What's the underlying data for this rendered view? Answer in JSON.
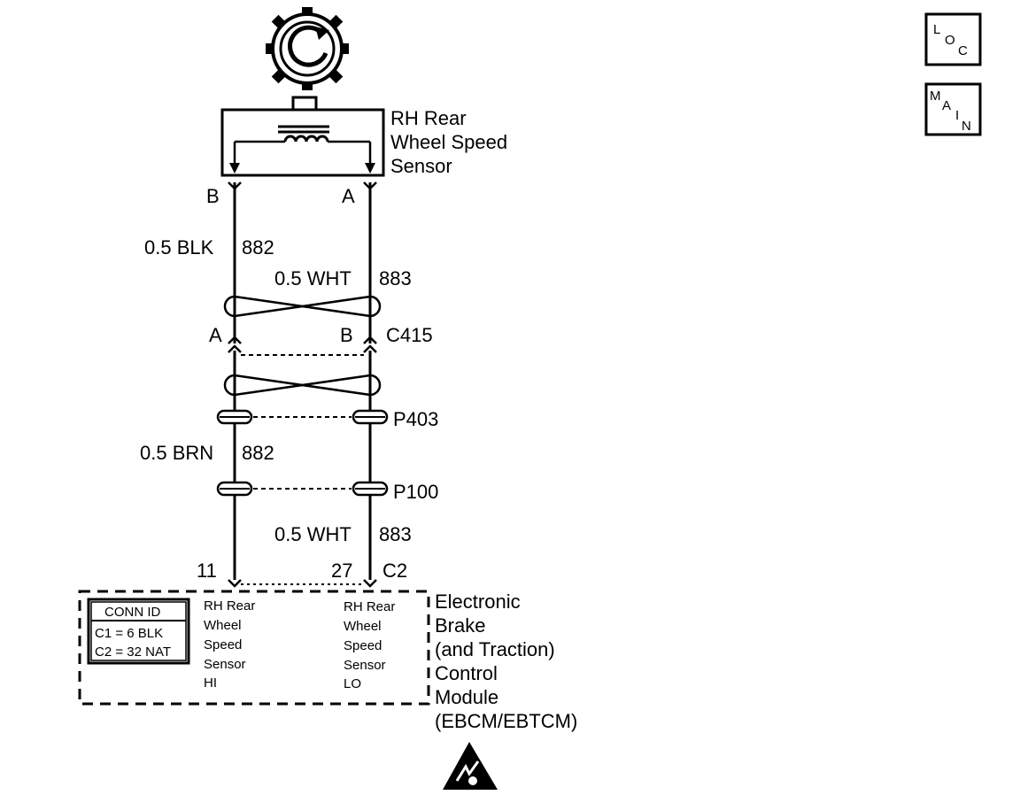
{
  "sensor": {
    "name_lines": [
      "RH Rear",
      "Wheel Speed",
      "Sensor"
    ],
    "pin_b": "B",
    "pin_a": "A"
  },
  "wires": {
    "blk_size_color": "0.5 BLK",
    "blk_circuit": "882",
    "wht_size_color_upper": "0.5 WHT",
    "wht_circuit_upper": "883",
    "brn_size_color": "0.5 BRN",
    "brn_circuit": "882",
    "wht_size_color_lower": "0.5 WHT",
    "wht_circuit_lower": "883"
  },
  "connector_c415": {
    "name": "C415",
    "pin_a": "A",
    "pin_b": "B"
  },
  "pass_throughs": {
    "p403": "P403",
    "p100": "P100"
  },
  "module_connector": {
    "pin_hi": "11",
    "pin_lo": "27",
    "name": "C2"
  },
  "conn_id_box": {
    "title": "CONN ID",
    "rows": [
      "C1 = 6 BLK",
      "C2 = 32 NAT"
    ]
  },
  "module_pins": {
    "hi_lines": [
      "RH Rear",
      "Wheel",
      "Speed",
      "Sensor",
      "HI"
    ],
    "lo_lines": [
      "RH Rear",
      "Wheel",
      "Speed",
      "Sensor",
      "LO"
    ]
  },
  "module": {
    "name_lines": [
      "Electronic",
      "Brake",
      "(and Traction)",
      "Control",
      "Module",
      "(EBCM/EBTCM)"
    ]
  },
  "nav": {
    "loc_letters": [
      "L",
      "O",
      "C"
    ],
    "main_letters": [
      "M",
      "A",
      "I",
      "N"
    ]
  },
  "icons": {
    "tone_wheel": "rotating-tone-wheel-icon",
    "esd": "esd-warning-icon"
  }
}
